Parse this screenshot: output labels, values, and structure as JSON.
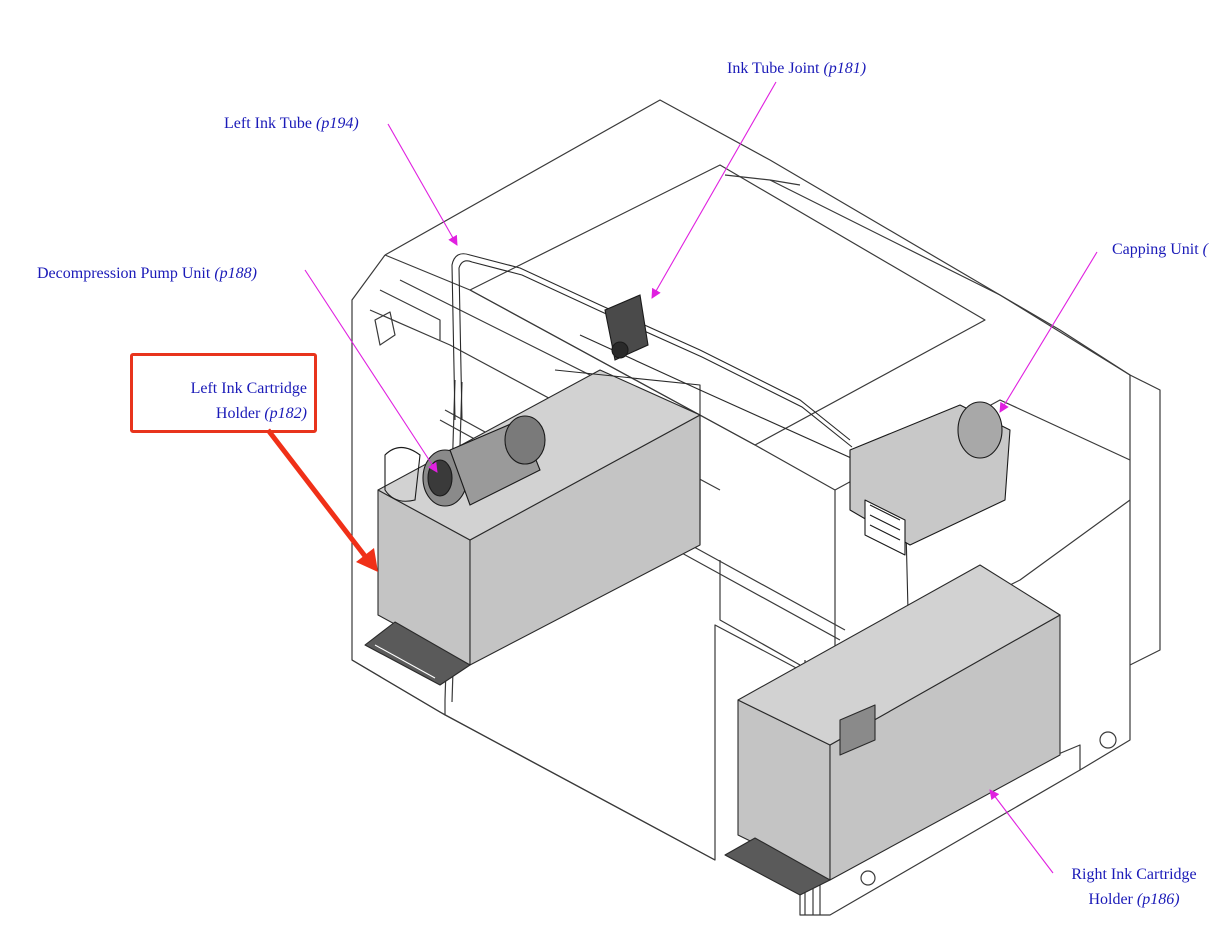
{
  "labels": {
    "ink_tube_joint": {
      "name": "Ink Tube Joint",
      "ref": "(p181)"
    },
    "left_ink_tube": {
      "name": "Left Ink Tube",
      "ref": "(p194)"
    },
    "decompression_pump": {
      "name": "Decompression Pump Unit",
      "ref": "(p188)"
    },
    "capping_unit": {
      "name": "Capping Unit",
      "ref": "("
    },
    "left_cartridge_holder": {
      "line1": "Left Ink Cartridge",
      "name": "Holder",
      "ref": "(p182)"
    },
    "right_cartridge_holder": {
      "line1": "Right Ink Cartridge",
      "name": "Holder",
      "ref": "(p186)"
    }
  },
  "colors": {
    "label_text": "#1a1ab8",
    "leader_line": "#e020e0",
    "highlight": "#e8341c",
    "part_fill": "#c4c4c4",
    "outline": "#3a3a3a"
  }
}
